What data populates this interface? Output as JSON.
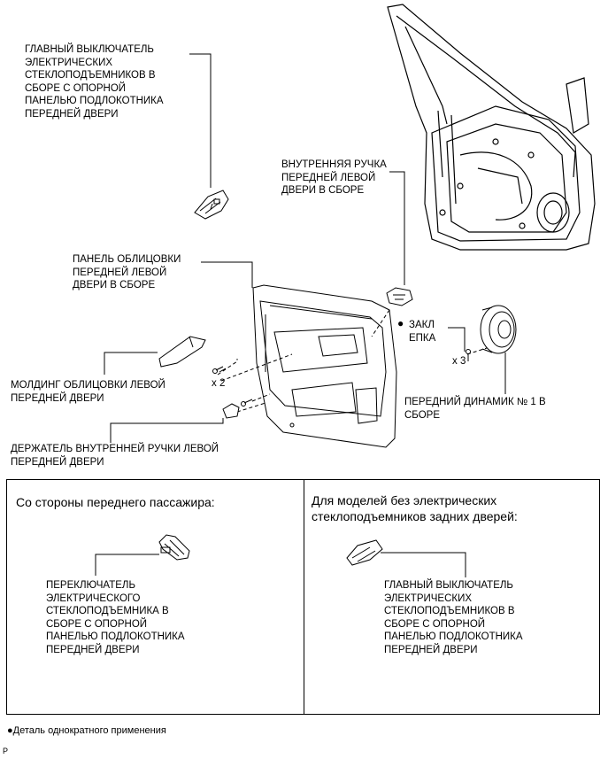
{
  "labels": {
    "main_switch": "ГЛАВНЫЙ ВЫКЛЮЧАТЕЛЬ\nЭЛЕКТРИЧЕСКИХ\nСТЕКЛОПОДЪЕМНИКОВ В\nСБОРЕ С ОПОРНОЙ\nПАНЕЛЬЮ ПОДЛОКОТНИКА\nПЕРЕДНЕЙ ДВЕРИ",
    "inner_handle": "ВНУТРЕННЯЯ РУЧКА\nПЕРЕДНЕЙ ЛЕВОЙ\nДВЕРИ В СБОРЕ",
    "trim_panel": "ПАНЕЛЬ ОБЛИЦОВКИ\nПЕРЕДНЕЙ ЛЕВОЙ\nДВЕРИ В СБОРЕ",
    "clip": "ЗАКЛ\nЕПКА",
    "clip_bullet": "●",
    "x3": "x 3",
    "x2": "x 2",
    "molding": "МОЛДИНГ ОБЛИЦОВКИ ЛЕВОЙ\nПЕРЕДНЕЙ ДВЕРИ",
    "speaker": "ПЕРЕДНИЙ ДИНАМИК № 1 В\nСБОРЕ",
    "handle_holder": "ДЕРЖАТЕЛЬ ВНУТРЕННЕЙ РУЧКИ ЛЕВОЙ\nПЕРЕДНЕЙ ДВЕРИ"
  },
  "box_left": {
    "heading": "Со стороны переднего пассажира:",
    "label": "ПЕРЕКЛЮЧАТЕЛЬ\nЭЛЕКТРИЧЕСКОГО\nСТЕКЛОПОДЪЕМНИКА В\nСБОРЕ С ОПОРНОЙ\nПАНЕЛЬЮ ПОДЛОКОТНИКА\nПЕРЕДНЕЙ ДВЕРИ"
  },
  "box_right": {
    "heading": "Для моделей без электрических\nстеклоподъемников задних дверей:",
    "label": "ГЛАВНЫЙ ВЫКЛЮЧАТЕЛЬ\nЭЛЕКТРИЧЕСКИХ\nСТЕКЛОПОДЪЕМНИКОВ В\nСБОРЕ С ОПОРНОЙ\nПАНЕЛЬЮ ПОДЛОКОТНИКА\nПЕРЕДНЕЙ ДВЕРИ"
  },
  "footnote": "●Деталь однократного применения",
  "corner_mark": "P"
}
